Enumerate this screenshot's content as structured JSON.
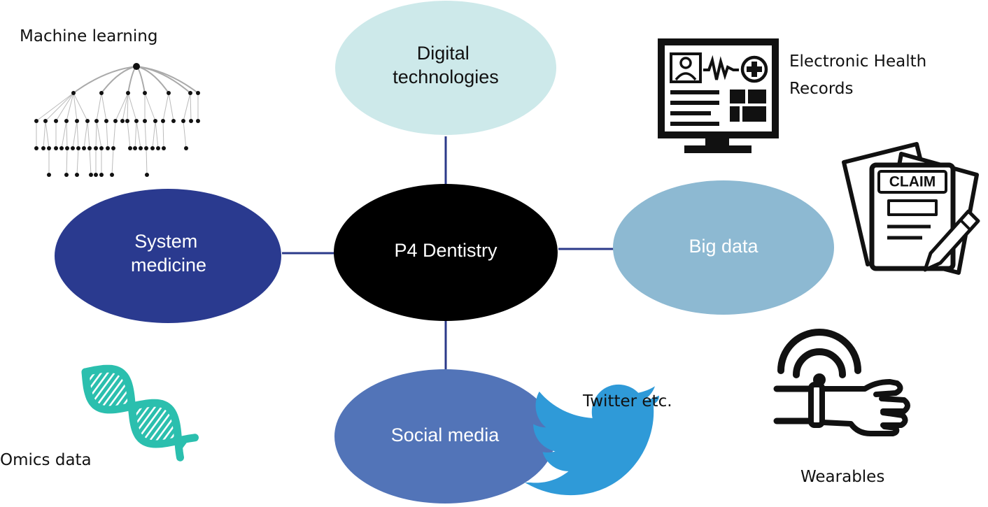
{
  "center": {
    "label": "P4 Dentistry",
    "color": "#000000",
    "text_color": "#ffffff"
  },
  "nodes": {
    "digital": {
      "lines": [
        "Digital",
        "technologies"
      ],
      "color": "#cde9ea",
      "text_color": "#111111"
    },
    "system": {
      "lines": [
        "System",
        "medicine"
      ],
      "color": "#2a3a8f",
      "text_color": "#ffffff"
    },
    "big_data": {
      "lines": [
        "Big data"
      ],
      "color": "#8db9d2",
      "text_color": "#ffffff"
    },
    "social": {
      "lines": [
        "Social media"
      ],
      "color": "#5274b8",
      "text_color": "#ffffff"
    }
  },
  "connector_color": "#2b3a8a",
  "captions": {
    "machine_learning": "Machine learning",
    "ehr_line1": "Electronic Health",
    "ehr_line2": "Records",
    "omics": "Omics data",
    "twitter": "Twitter etc.",
    "wearables": "Wearables"
  },
  "icons": {
    "tree": "decision-tree-icon",
    "ehr": "monitor-health-record-icon",
    "claim": "claim-document-icon",
    "dna": "dna-helix-icon",
    "twitter": "twitter-bird-icon",
    "wearable": "wearable-wrist-icon"
  },
  "claim_label": "CLAIM",
  "icon_colors": {
    "dna": "#2bbfae",
    "twitter": "#2f9ad8",
    "dark": "#111111"
  }
}
